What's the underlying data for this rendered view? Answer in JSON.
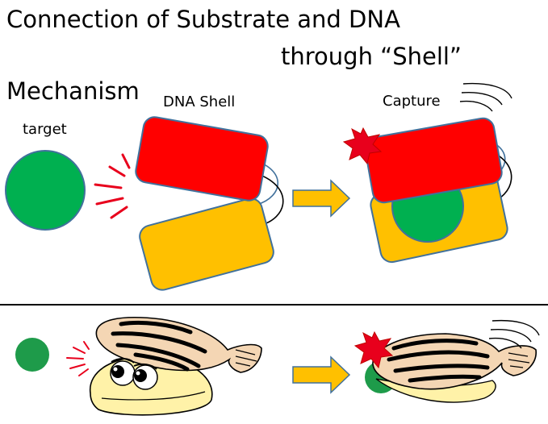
{
  "title": {
    "line1": "Connection of Substrate and DNA",
    "line2": "through “Shell”"
  },
  "section": "Mechanism",
  "labels": {
    "target": "target",
    "dna_shell": "DNA Shell",
    "capture": "Capture"
  },
  "colors": {
    "target_green": "#00B050",
    "shell_red": "#FF0000",
    "shell_orange": "#FFC000",
    "outline_blue": "#41719C",
    "arrow_orange": "#FFC000",
    "shell_tan": "#F4D6B4",
    "clam_body": "#FFF2A8",
    "burst_red": "#E8001C",
    "bottom_green": "#1E9B4A"
  },
  "icons": [
    "signal-lines-icon",
    "arrow-right-icon",
    "burst-icon",
    "motion-lines-icon",
    "clam-icon",
    "eyes-icon"
  ]
}
